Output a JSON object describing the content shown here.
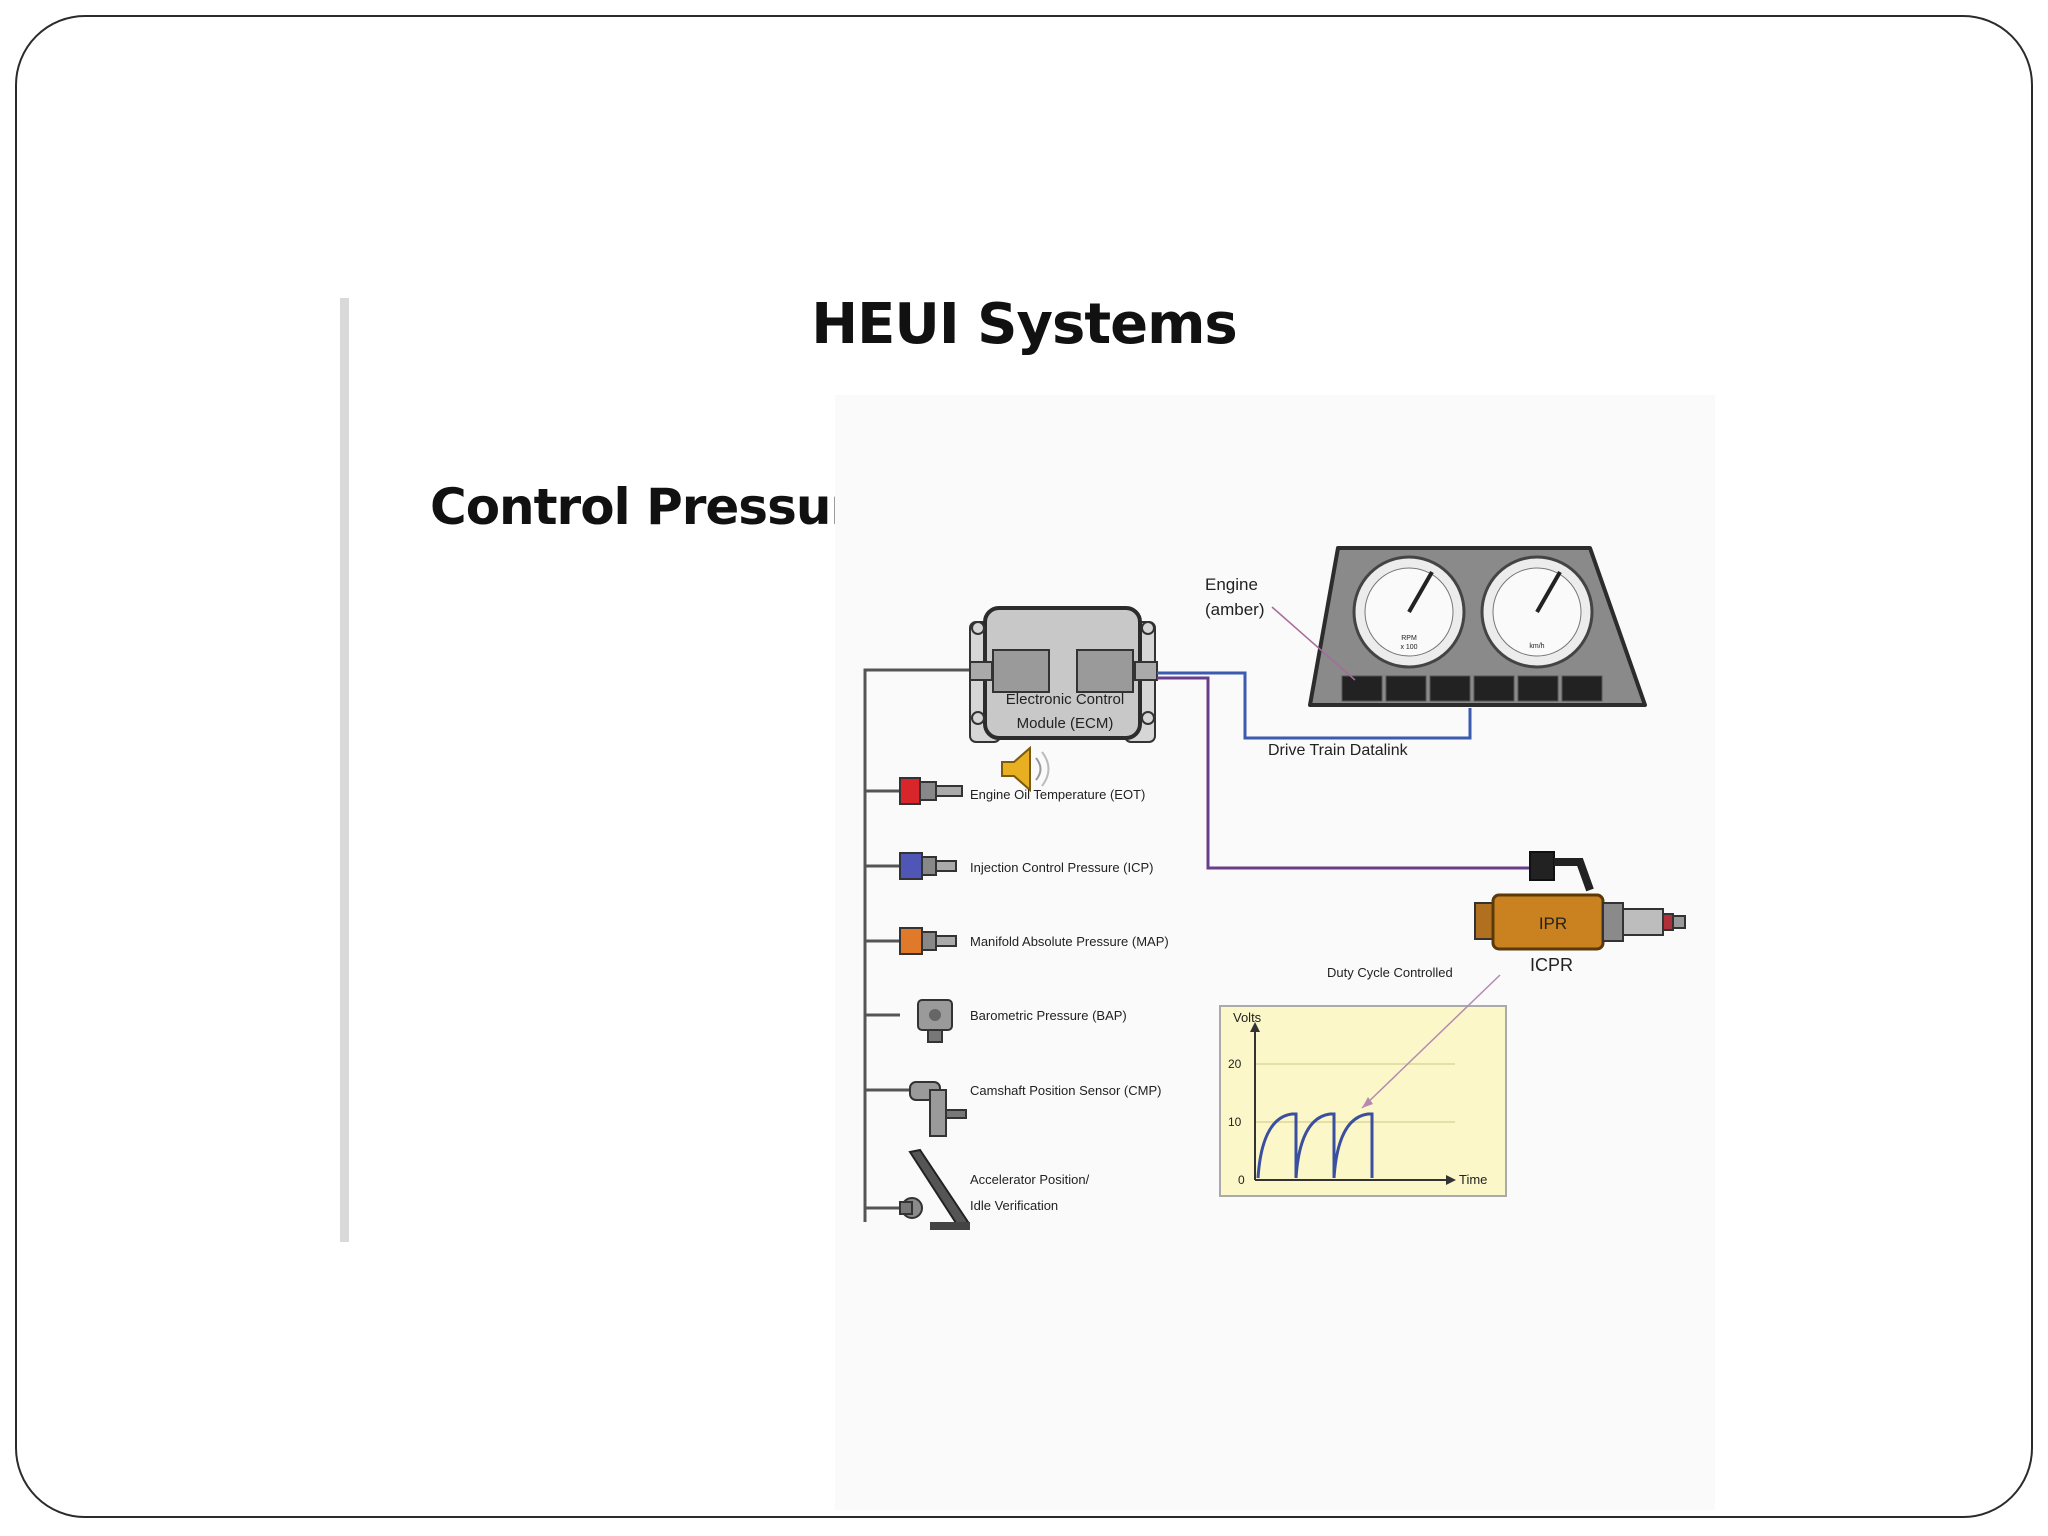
{
  "slide": {
    "title": "HEUI Systems",
    "subtitle": "Control Pressure Regulator"
  },
  "diagram": {
    "ecm_label_line1": "Electronic Control",
    "ecm_label_line2": "Module (ECM)",
    "dash_label_line1": "Engine",
    "dash_label_line2": "(amber)",
    "gauge_left_line1": "RPM",
    "gauge_left_line2": "x 100",
    "gauge_right_text": "km/h",
    "datalink_label": "Drive Train Datalink",
    "sensors": [
      {
        "label": "Engine Oil Temperature (EOT)",
        "color": "#d9262b"
      },
      {
        "label": "Injection Control Pressure (ICP)",
        "color": "#4f56b5"
      },
      {
        "label": "Manifold Absolute Pressure (MAP)",
        "color": "#e07a2a"
      },
      {
        "label": "Barometric Pressure (BAP)",
        "color": "#8a8a8a"
      },
      {
        "label": "Camshaft Position Sensor (CMP)",
        "color": "#8a8a8a"
      },
      {
        "label_line1": "Accelerator Position/",
        "label_line2": "Idle Verification",
        "color": "#8a8a8a"
      }
    ],
    "ipr_label": "IPR",
    "icpr_label": "ICPR",
    "duty_label": "Duty Cycle Controlled",
    "volts_label": "Volts",
    "time_label": "Time",
    "tick_0": "0",
    "tick_10": "10",
    "tick_20": "20"
  },
  "colors": {
    "wire_ecm": "#555555",
    "datalink_wire": "#3b5bb0",
    "icp_wire": "#6a3d8a",
    "graph_bg": "#fbf7c8",
    "waveform": "#3a4fa0",
    "ipr_body": "#c9821f"
  }
}
